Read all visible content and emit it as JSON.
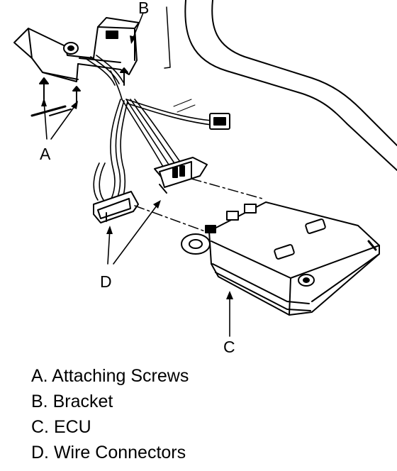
{
  "callouts": {
    "a": "A",
    "b": "B",
    "c": "C",
    "d": "D"
  },
  "legend": [
    {
      "text": "A. Attaching Screws"
    },
    {
      "text": "B. Bracket"
    },
    {
      "text": "C. ECU"
    },
    {
      "text": "D. Wire Connectors"
    }
  ],
  "colors": {
    "ink": "#000000",
    "paper": "#ffffff"
  }
}
